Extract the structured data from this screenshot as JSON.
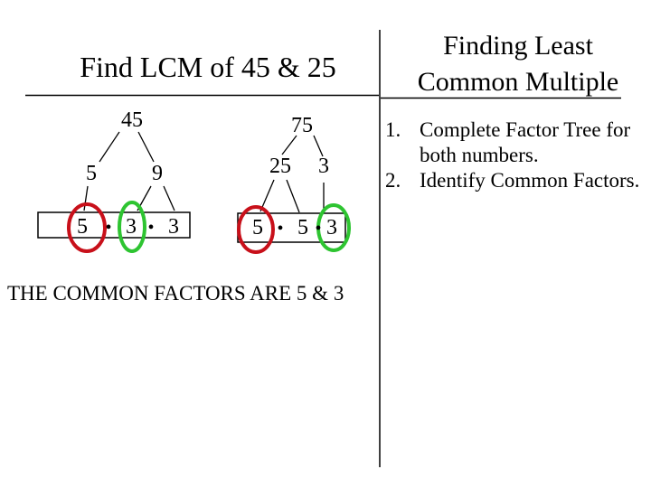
{
  "slide_title_left": "Find LCM of 45 & 25",
  "header_right": {
    "title_lines": [
      "Finding Least",
      "Common Multiple"
    ]
  },
  "instructions": {
    "steps": [
      {
        "number": "1.",
        "lines": [
          "Complete Factor Tree for",
          "both numbers."
        ]
      },
      {
        "number": "2.",
        "lines": [
          "Identify Common Factors."
        ]
      }
    ]
  },
  "factor_tree_45": {
    "root": "45",
    "children": [
      "5",
      "9"
    ],
    "factor_row": [
      "5",
      "3",
      "3"
    ]
  },
  "factor_tree_75": {
    "root": "75",
    "children": [
      "25",
      "3"
    ],
    "factor_row": [
      "5",
      "5",
      "3"
    ]
  },
  "conclusion": "THE COMMON FACTORS ARE 5 & 3",
  "symbols": {
    "dot": "•"
  },
  "colors": {
    "highlight_red": "#c8101a",
    "highlight_green": "#2ec431"
  }
}
